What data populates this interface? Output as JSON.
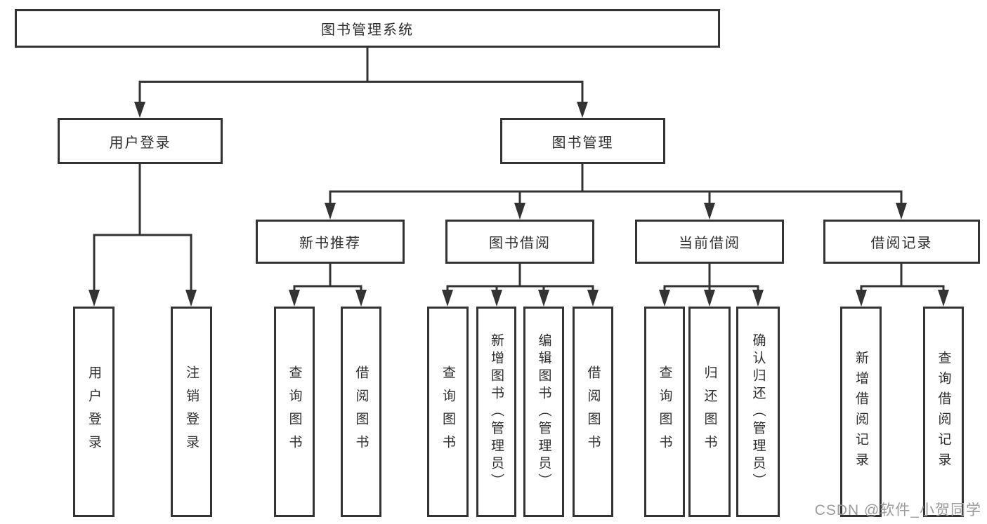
{
  "diagram": {
    "root": {
      "label": "图书管理系统"
    },
    "level2": [
      {
        "label": "用户登录"
      },
      {
        "label": "图书管理"
      }
    ],
    "level3": [
      {
        "label": "新书推荐",
        "parent": "图书管理"
      },
      {
        "label": "图书借阅",
        "parent": "图书管理"
      },
      {
        "label": "当前借阅",
        "parent": "图书管理"
      },
      {
        "label": "借阅记录",
        "parent": "图书管理"
      }
    ],
    "leaves": [
      {
        "label": "用户登录",
        "parent": "用户登录"
      },
      {
        "label": "注销登录",
        "parent": "用户登录"
      },
      {
        "label": "查询图书",
        "parent": "新书推荐"
      },
      {
        "label": "借阅图书",
        "parent": "新书推荐"
      },
      {
        "label": "查询图书",
        "parent": "图书借阅"
      },
      {
        "label": "新增图书（管理员）",
        "parent": "图书借阅"
      },
      {
        "label": "编辑图书（管理员）",
        "parent": "图书借阅"
      },
      {
        "label": "借阅图书",
        "parent": "图书借阅"
      },
      {
        "label": "查询图书",
        "parent": "当前借阅"
      },
      {
        "label": "归还图书",
        "parent": "当前借阅"
      },
      {
        "label": "确认归还（管理员）",
        "parent": "当前借阅"
      },
      {
        "label": "新增借阅记录",
        "parent": "借阅记录"
      },
      {
        "label": "查询借阅记录",
        "parent": "借阅记录"
      }
    ]
  },
  "watermark": "CSDN @软件_小贺同学",
  "colors": {
    "line": "#333333",
    "box_border": "#333333",
    "text": "#2e2e2e",
    "watermark": "#9b9b9b",
    "background": "#ffffff"
  }
}
